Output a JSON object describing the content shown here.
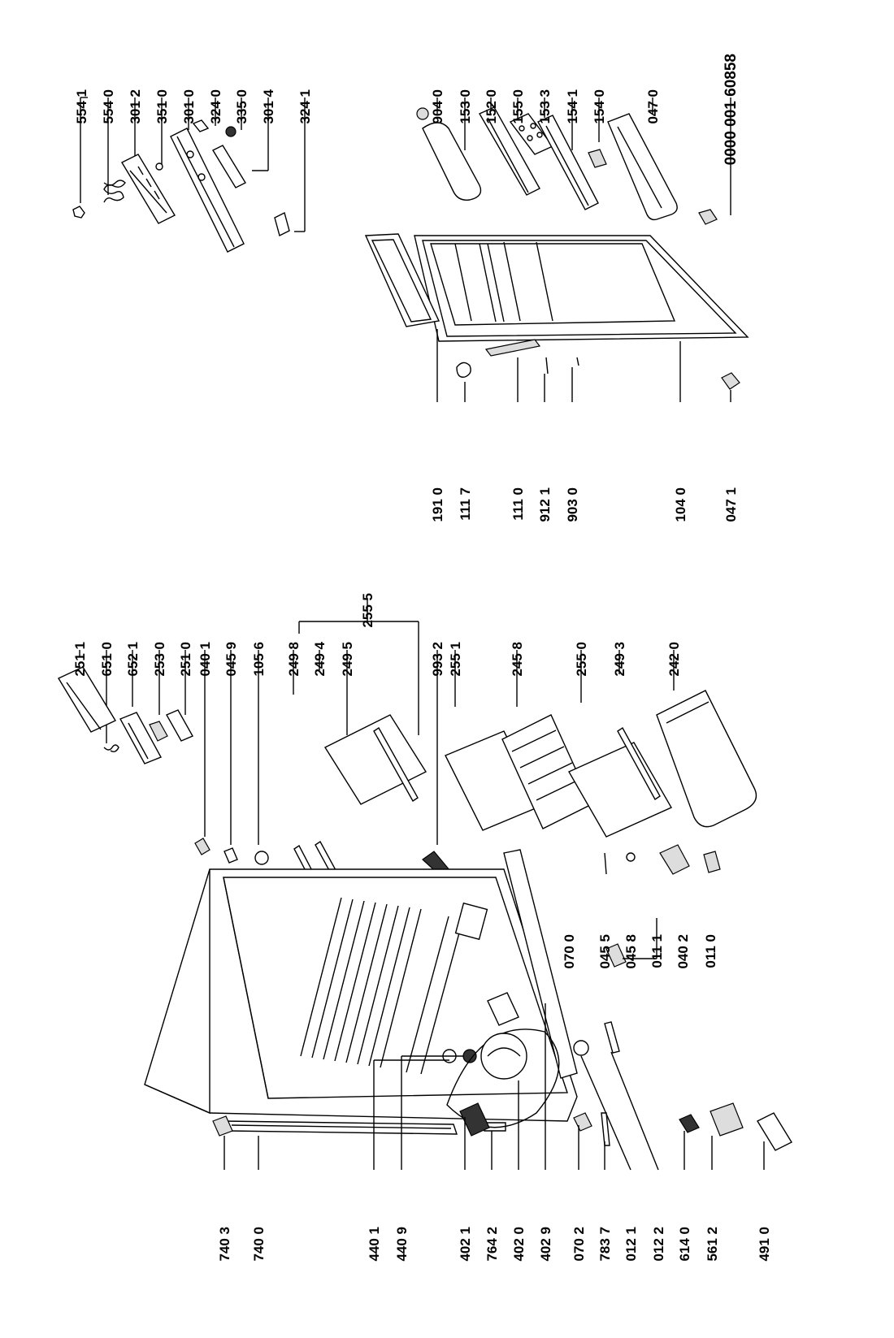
{
  "diagram_code": "0000 001 60858",
  "labels": {
    "p5541": "554 1",
    "p5540": "554 0",
    "p3012": "301 2",
    "p3510": "351 0",
    "p3010": "301 0",
    "p3240": "324 0",
    "p3350": "335 0",
    "p3014": "301 4",
    "p3241": "324 1",
    "p9040": "904 0",
    "p1530": "153 0",
    "p1520": "152 0",
    "p1550": "155 0",
    "p1533": "153 3",
    "p1541": "154 1",
    "p1540": "154 0",
    "p0470": "047 0",
    "p1910": "191 0",
    "p1117": "111 7",
    "p1110": "111 0",
    "p9121": "912 1",
    "p9030": "903 0",
    "p1040": "104 0",
    "p0471": "047 1",
    "p2511": "251 1",
    "p6510": "651 0",
    "p6521": "652 1",
    "p2530": "253 0",
    "p2510": "251 0",
    "p0401": "040 1",
    "p0459": "045 9",
    "p1056": "105 6",
    "p2498": "249 8",
    "p2494": "249 4",
    "p2495": "249 5",
    "p2555": "255 5",
    "p9932": "993 2",
    "p2551": "255 1",
    "p2458": "245 8",
    "p2550": "255 0",
    "p2493": "249 3",
    "p2420": "242 0",
    "p0700": "070 0",
    "p0455": "045 5",
    "p0458": "045 8",
    "p0111": "011 1",
    "p0402": "040 2",
    "p0110": "011 0",
    "p7403": "740 3",
    "p7400": "740 0",
    "p4401": "440 1",
    "p4409": "440 9",
    "p4021": "402 1",
    "p7642": "764 2",
    "p4020": "402 0",
    "p4029": "402 9",
    "p0702": "070 2",
    "p7837": "783 7",
    "p0121": "012 1",
    "p0122": "012 2",
    "p6140": "614 0",
    "p5612": "561 2",
    "p4910": "491 0"
  }
}
